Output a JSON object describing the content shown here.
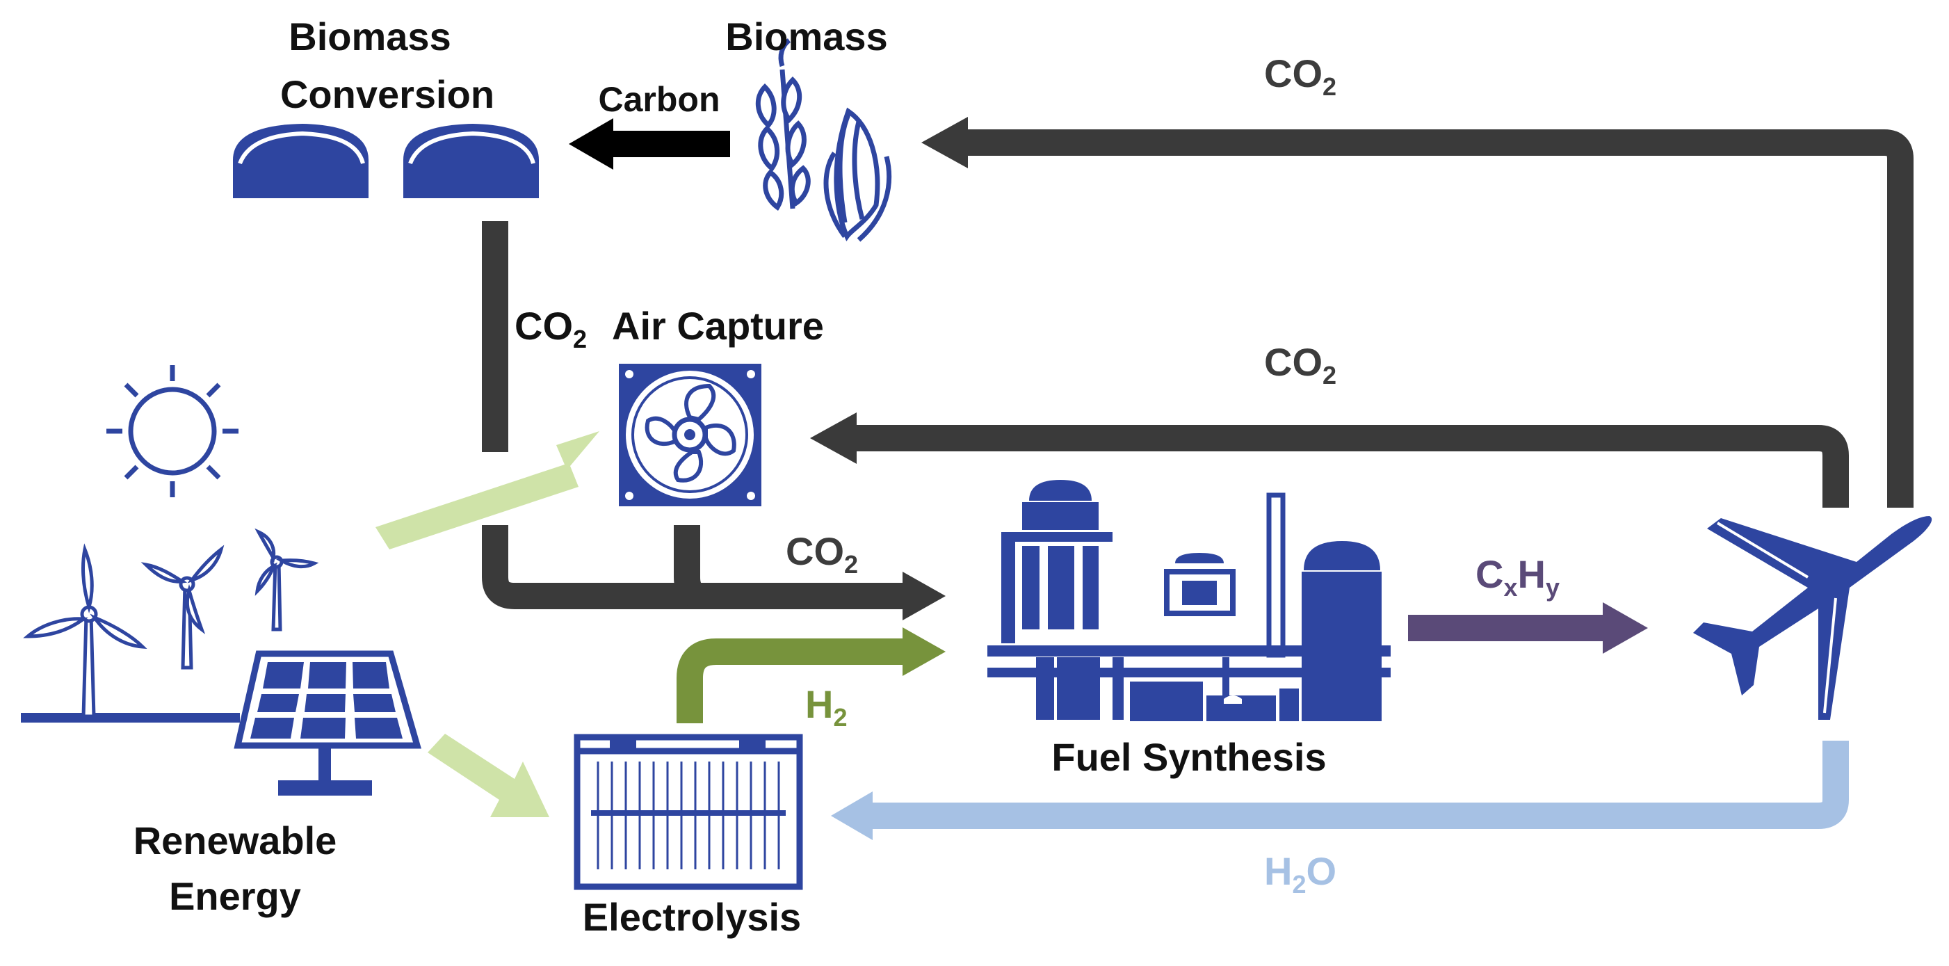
{
  "colors": {
    "icon_blue": "#2e45a0",
    "flow_dark": "#3a3a3a",
    "flow_black": "#000000",
    "h2_green": "#77933c",
    "energy_green": "#cfe3a8",
    "water_blue": "#a6c1e4",
    "fuel_purple": "#5a4a78",
    "label_dark": "#3c3c3c",
    "label_black": "#111111"
  },
  "labels": {
    "biomass_conversion_line1": "Biomass",
    "biomass_conversion_line2": "Conversion",
    "biomass": "Biomass",
    "carbon": "Carbon",
    "co2_air_capture": "Air Capture",
    "renewable_line1": "Renewable",
    "renewable_line2": "Energy",
    "electrolysis": "Electrolysis",
    "fuel_synthesis": "Fuel Synthesis"
  },
  "flows": {
    "co2_top": {
      "main": "CO",
      "sub": "2"
    },
    "co2_middle": {
      "main": "CO",
      "sub": "2"
    },
    "co2_to_synthesis": {
      "main": "CO",
      "sub": "2"
    },
    "co2_capture": {
      "main": "CO",
      "sub": "2"
    },
    "h2": {
      "main": "H",
      "sub": "2"
    },
    "h2o": {
      "pre": "H",
      "sub": "2",
      "post": "O"
    },
    "cxhy": {
      "c": "C",
      "x": "x",
      "h": "H",
      "y": "y"
    }
  },
  "icons": [
    "sun-icon",
    "wind-turbine-icon",
    "solar-panel-icon",
    "digester-icon",
    "wheat-icon",
    "corn-icon",
    "fan-icon",
    "electrolyzer-icon",
    "refinery-icon",
    "airplane-icon"
  ]
}
